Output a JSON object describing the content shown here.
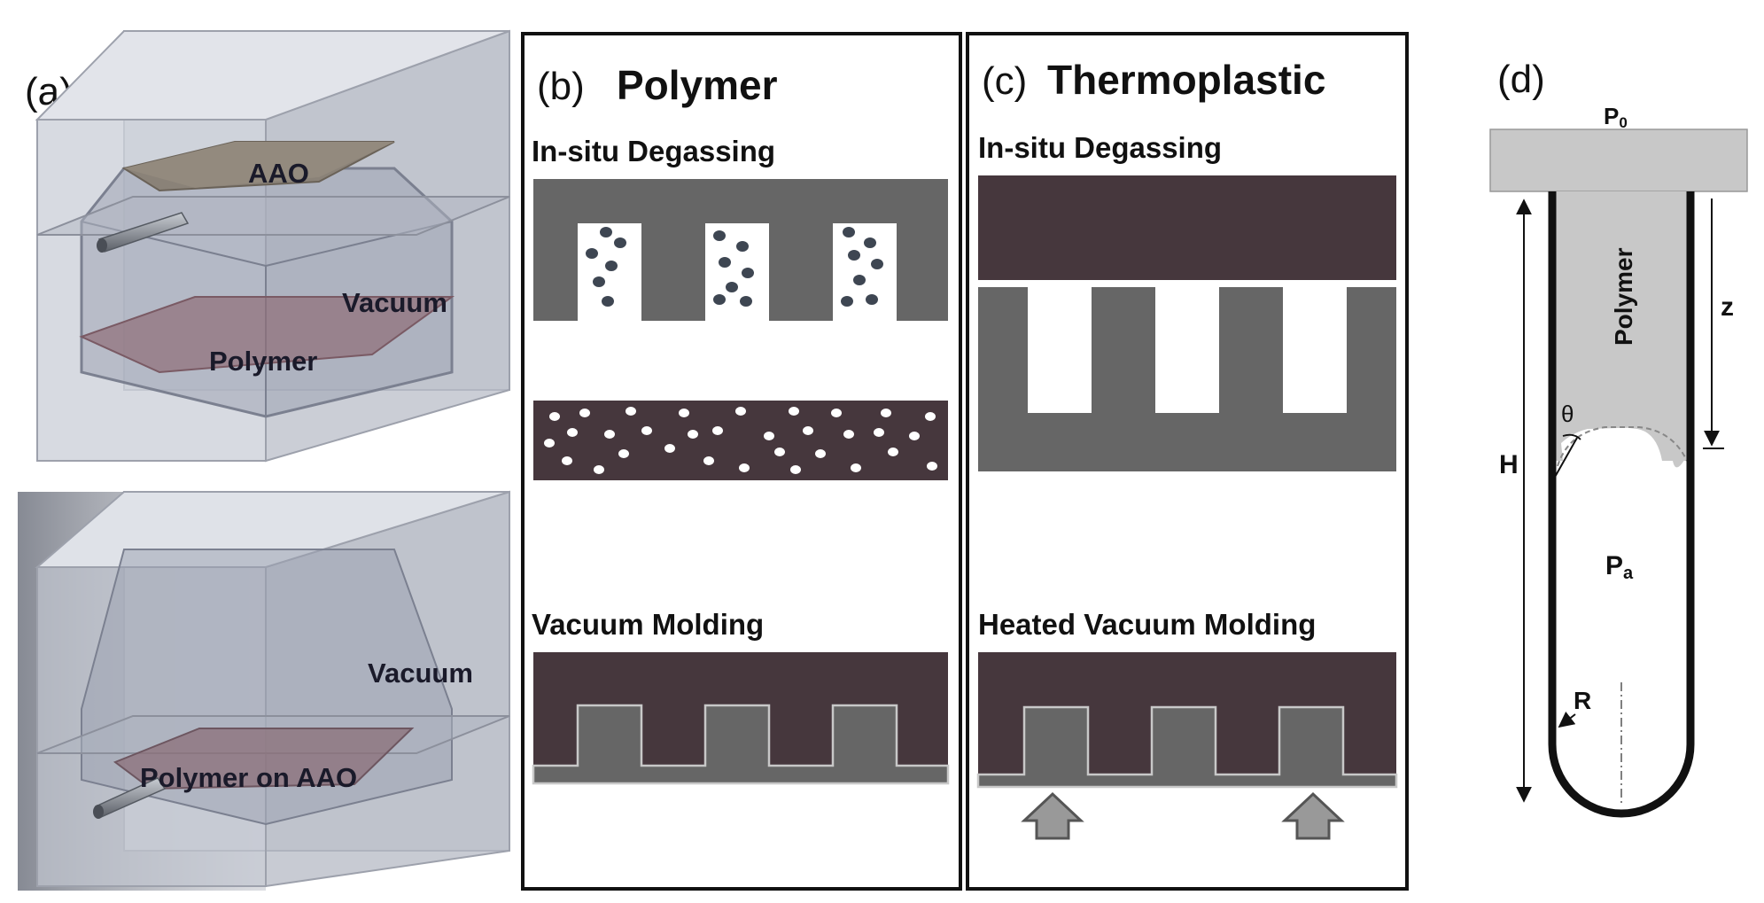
{
  "panel_a": {
    "label": "(a)",
    "top": {
      "aao": "AAO",
      "vacuum": "Vacuum",
      "polymer": "Polymer"
    },
    "bottom": {
      "vacuum": "Vacuum",
      "polymer_on_aao": "Polymer on AAO"
    }
  },
  "panel_b": {
    "label": "(b)",
    "title": "Polymer",
    "step1": "In-situ Degassing",
    "step2": "Vacuum Molding"
  },
  "panel_c": {
    "label": "(c)",
    "title": "Thermoplastic",
    "step1": "In-situ Degassing",
    "step2": "Heated Vacuum Molding"
  },
  "panel_d": {
    "label": "(d)",
    "p0": "P",
    "p0_sub": "0",
    "polymer": "Polymer",
    "z": "z",
    "theta": "θ",
    "h": "H",
    "pa": "P",
    "pa_sub": "a",
    "r": "R"
  },
  "colors": {
    "dark_polymer": "#46373d",
    "mold_gray": "#666666",
    "box_fill": "#c6cad4",
    "frame": "#111111"
  }
}
